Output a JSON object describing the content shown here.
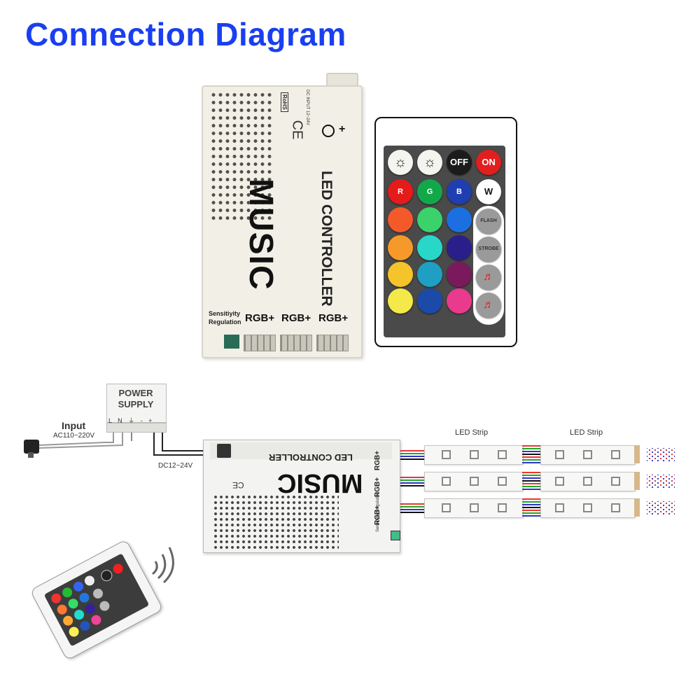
{
  "title": "Connection Diagram",
  "controller": {
    "brand_word": "MUSIC",
    "product_label": "LED CONTROLLER",
    "ce_mark": "CE",
    "rohs": "RoHS",
    "dc_input": "DC INPUT  12~24V",
    "plus_symbol": "+",
    "sensitivity_label": "Sensitiyity Regulation",
    "output_labels": [
      "RGB+",
      "RGB+",
      "RGB+"
    ]
  },
  "remote": {
    "row1": [
      {
        "text": "☼",
        "color": "#f5f5f0",
        "icon": "brightness-up-icon"
      },
      {
        "text": "☼",
        "color": "#f5f5f0",
        "icon": "brightness-down-icon"
      },
      {
        "text": "OFF",
        "color": "#1b1b1b"
      },
      {
        "text": "ON",
        "color": "#e21f1f"
      }
    ],
    "row2": [
      {
        "text": "R",
        "color": "#e51b1b"
      },
      {
        "text": "G",
        "color": "#12a84a"
      },
      {
        "text": "B",
        "color": "#1f3fb0"
      },
      {
        "text": "W",
        "color": "#ffffff"
      }
    ],
    "color_grid": [
      [
        "#f4592a",
        "#3bd16b",
        "#1b6fe0"
      ],
      [
        "#f59a2a",
        "#29d7c9",
        "#2a1f8a"
      ],
      [
        "#f5c32a",
        "#1f9fc4",
        "#7a1a5c"
      ],
      [
        "#f5e94a",
        "#1b4aa8",
        "#ea3a8e"
      ]
    ],
    "side_buttons": [
      "FLASH",
      "STROBE",
      "♬",
      "♬"
    ]
  },
  "lower": {
    "power_supply": "POWER SUPPLY",
    "psu_pins": "L N ⏚  - +",
    "input_label": "Input",
    "ac_range": "AC110~220V",
    "dc_range": "DC12~24V",
    "controller_brand": "MUSIC",
    "controller_label": "LED CONTROLLER",
    "controller_rgb": [
      "RGB+",
      "RGB+",
      "RGB+"
    ],
    "controller_sens": "Sensitiyity Regulation",
    "ce": "CE",
    "strip_labels": [
      "LED Strip",
      "LED Strip"
    ]
  },
  "colors": {
    "title": "#1a3ff0"
  }
}
